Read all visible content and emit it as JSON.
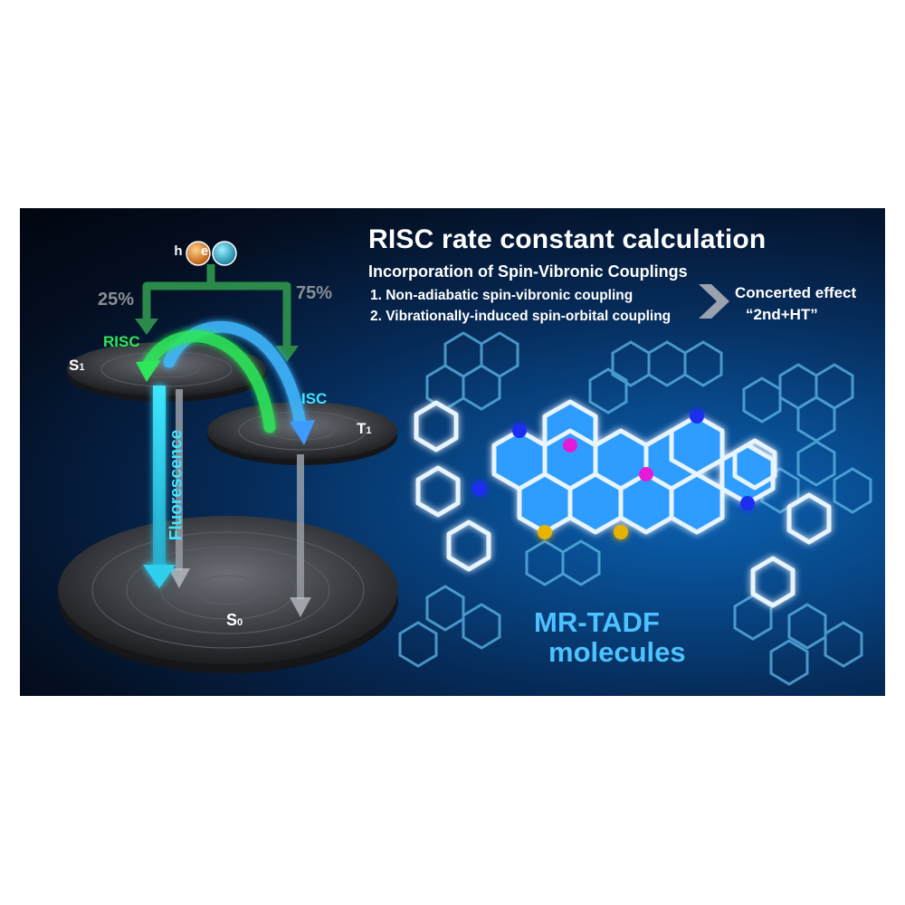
{
  "header": {
    "title": "RISC rate constant calculation",
    "subtitle": "Incorporation of Spin-Vibronic Couplings",
    "items": [
      "1.  Non-adiabatic spin-vibronic coupling",
      "2.  Vibrationally-induced spin-orbital coupling"
    ],
    "result_line1": "Concerted effect",
    "result_line2": "“2nd+HT”"
  },
  "jablonski": {
    "carriers": [
      "h",
      "e"
    ],
    "singlet_fraction": "25%",
    "triplet_fraction": "75%",
    "risc_label": "RISC",
    "isc_label": "ISC",
    "fluorescence_label": "Fluorescence",
    "s1": {
      "letter": "S",
      "sub": "1"
    },
    "t1": {
      "letter": "T",
      "sub": "1"
    },
    "s0": {
      "letter": "S",
      "sub": "0"
    }
  },
  "molecules": {
    "label_line1": "MR-TADF",
    "label_line2": "molecules"
  },
  "colors": {
    "background": "#062a57",
    "risc_arrow": "#2ee65a",
    "isc_arrow": "#3fe6ff",
    "fluorescence": "#3fe8ff",
    "molecule_glow": "#4cc2ff",
    "hole_sphere": "#e07a1a",
    "electron_sphere": "#1fa6c9"
  }
}
